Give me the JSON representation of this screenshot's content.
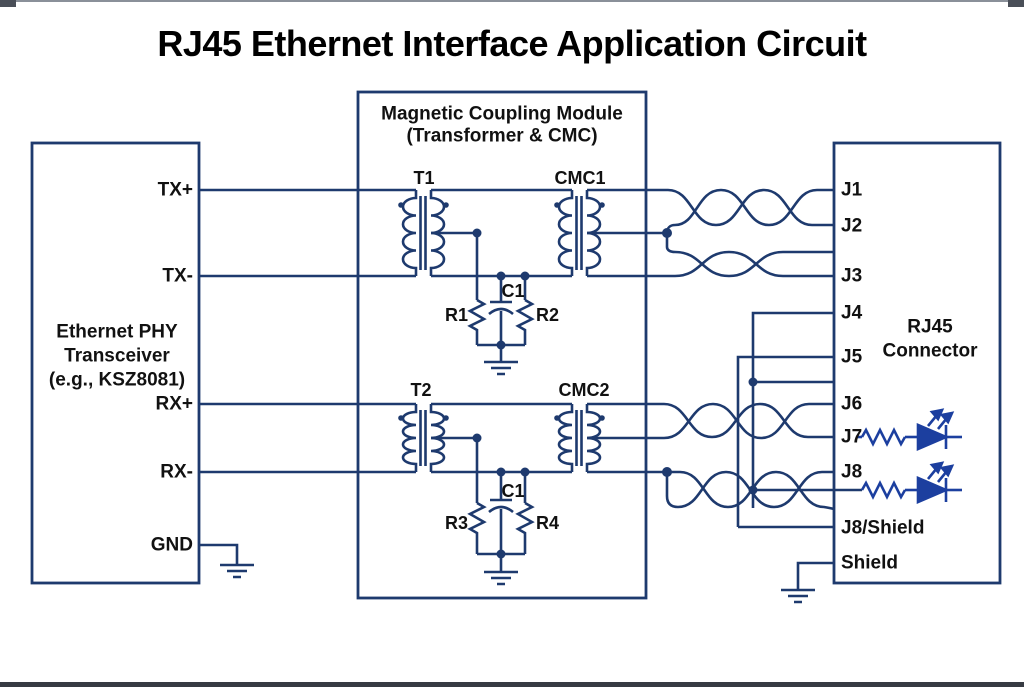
{
  "title": "RJ45 Ethernet Interface Application Circuit",
  "phy_box": {
    "name_line1": "Ethernet PHY",
    "name_line2": "Transceiver",
    "name_line3": "(e.g., KSZ8081)",
    "pins": {
      "tx_plus": "TX+",
      "tx_minus": "TX-",
      "rx_plus": "RX+",
      "rx_minus": "RX-",
      "gnd": "GND"
    }
  },
  "magnetic_box": {
    "title_line1": "Magnetic Coupling Module",
    "title_line2": "(Transformer & CMC)",
    "components": {
      "t1": "T1",
      "cmc1": "CMC1",
      "t2": "T2",
      "cmc2": "CMC2",
      "r1": "R1",
      "r2": "R2",
      "r3": "R3",
      "r4": "R4",
      "c1_upper": "C1",
      "c1_lower": "C1"
    }
  },
  "rj45_box": {
    "title_line1": "RJ45",
    "title_line2": "Connector",
    "pins": [
      "J1",
      "J2",
      "J3",
      "J4",
      "J5",
      "J6",
      "J7",
      "J8",
      "J8/Shield",
      "Shield"
    ]
  },
  "symbols": [
    "transformer-icon",
    "common-mode-choke-icon",
    "twisted-pair-icon",
    "capacitor-icon",
    "resistor-icon",
    "ground-icon",
    "led-icon"
  ],
  "colors": {
    "wire": "#1e3a6e",
    "led": "#1c3f9f",
    "text": "#111111",
    "background": "#ffffff"
  }
}
